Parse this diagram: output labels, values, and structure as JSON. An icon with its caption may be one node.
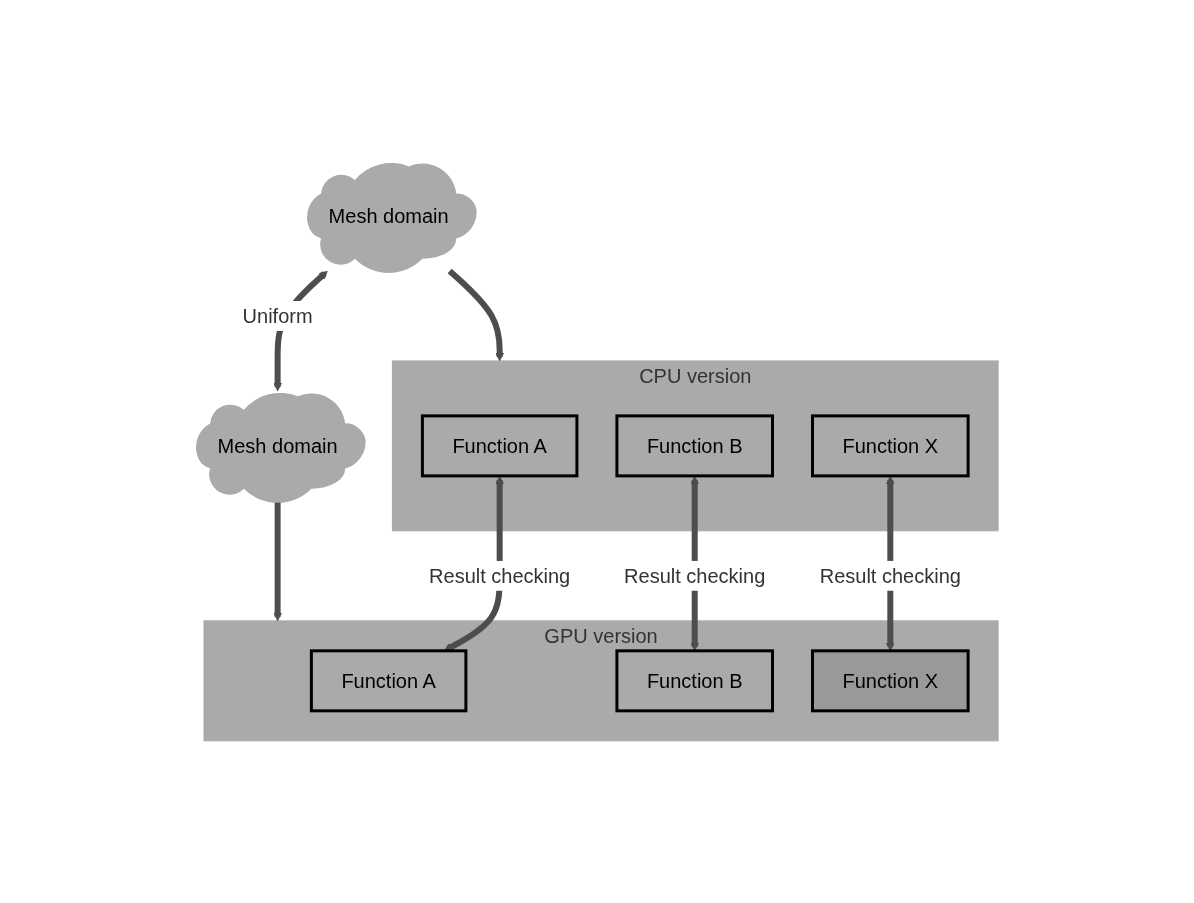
{
  "diagram": {
    "nodes": [
      {
        "text": [
          "Mesh domain"
        ]
      },
      {
        "text": [
          "Mesh domain"
        ]
      },
      {
        "text": [
          "CPU version"
        ]
      },
      {
        "text": [
          "Function A"
        ],
        "in": 2
      },
      {
        "text": [
          "Function B"
        ],
        "in": 2
      },
      {
        "text": [
          "Function X"
        ],
        "in": 2
      },
      {
        "text": [
          "GPU version"
        ]
      },
      {
        "text": [
          "Function A"
        ],
        "in": 6
      },
      {
        "text": [
          "Function B"
        ],
        "in": 6
      },
      {
        "text": [
          "Function X"
        ],
        "in": 6
      }
    ],
    "edges": [
      {
        "from": 0,
        "to": 1,
        "arrow": "both",
        "label": "Uniform"
      },
      {
        "from": 0,
        "to": 2,
        "arrow": "to"
      },
      {
        "from": 1,
        "to": 6,
        "arrow": "to"
      },
      {
        "from": 3,
        "to": 7,
        "arrow": "both",
        "label": "Result checking"
      },
      {
        "from": 4,
        "to": 8,
        "arrow": "both",
        "label": "Result checking"
      },
      {
        "from": 5,
        "to": 9,
        "arrow": "both",
        "label": "Result checking"
      }
    ]
  }
}
